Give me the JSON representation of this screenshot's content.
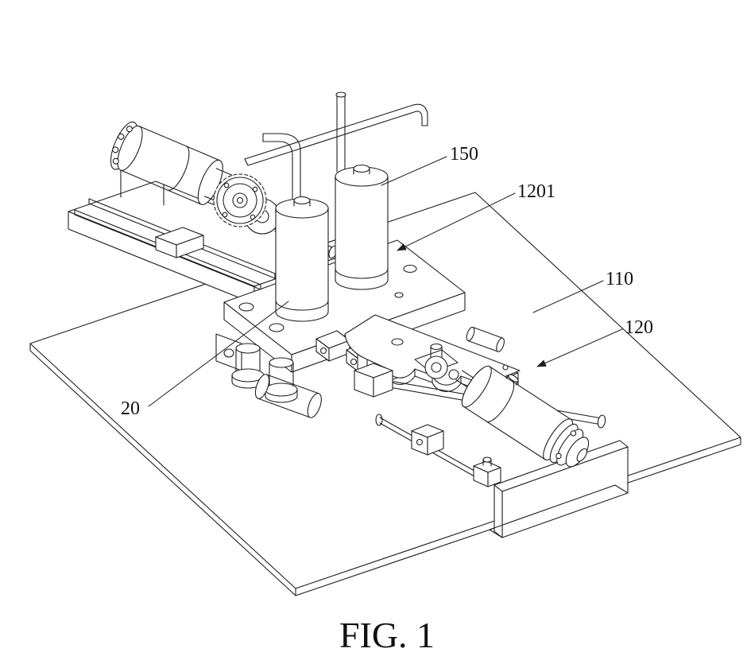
{
  "figure": {
    "caption": "FIG. 1",
    "type": "patent-style isometric line drawing of a machine assembly on a base plate",
    "ink": "#1f1f1f",
    "paper": "#ffffff"
  },
  "reference_labels": {
    "r150": {
      "text": "150",
      "has_arrowhead": false
    },
    "r1201": {
      "text": "1201",
      "has_arrowhead": true
    },
    "r110": {
      "text": "110",
      "has_arrowhead": false
    },
    "r120": {
      "text": "120",
      "has_arrowhead": true
    },
    "r20": {
      "text": "20",
      "has_arrowhead": false
    }
  }
}
